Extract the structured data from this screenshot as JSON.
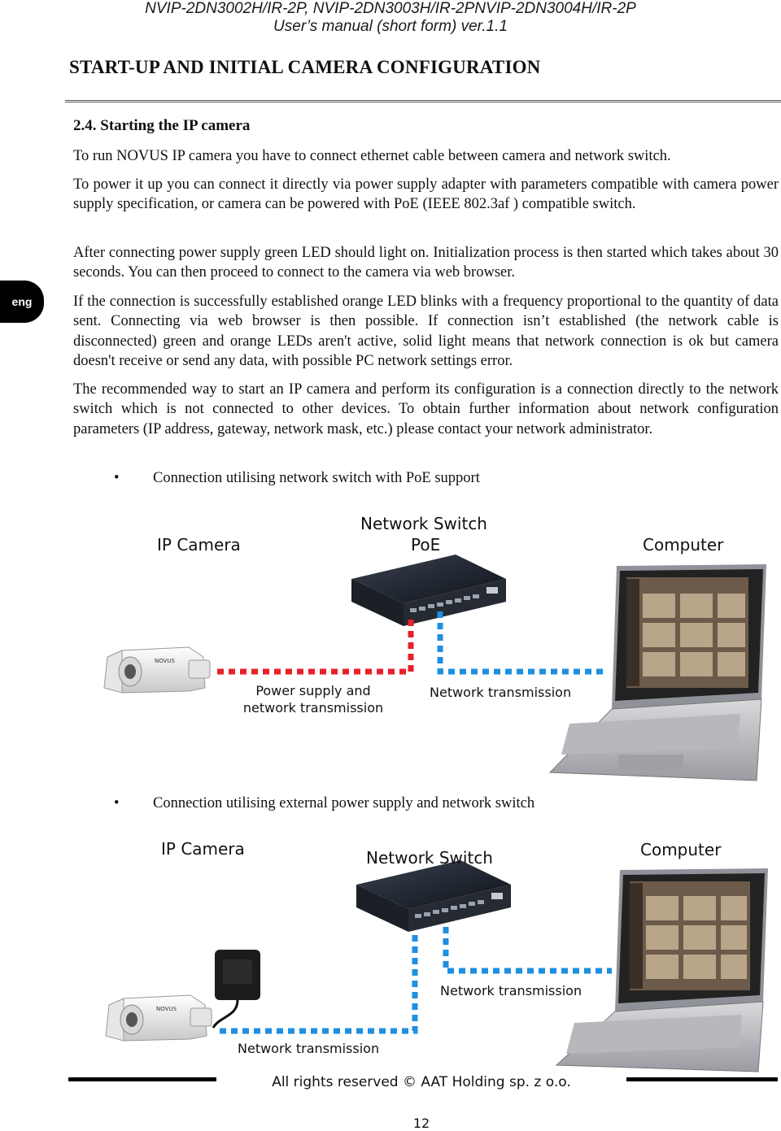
{
  "header": {
    "models": "NVIP-2DN3002H/IR-2P, NVIP-2DN3003H/IR-2PNVIP-2DN3004H/IR-2P",
    "manual": "User’s manual (short form) ver.1.1"
  },
  "section_title": "START-UP AND INITIAL CAMERA CONFIGURATION",
  "subsection_title": "2.4. Starting the IP camera",
  "side_tab": "eng",
  "paragraphs": [
    "To run NOVUS IP camera you have to connect ethernet cable between camera and network switch.",
    "To power it up you can connect it directly via power supply adapter with parameters compatible with camera power supply specification, or camera can be powered with PoE (IEEE 802.3af ) compatible switch.",
    "After connecting power supply green LED should light on. Initialization  process is then started which takes about 30 seconds. You can then proceed to connect to the camera via web browser.",
    "If the connection is successfully established orange LED  blinks with a frequency proportional to the quantity of data sent. Connecting via web browser is then possible. If connection isn’t established (the network cable is disconnected) green and orange LEDs aren't active, solid light means that network connection is ok but camera doesn't receive or send any data, with possible PC network settings error.",
    "The recommended way to start an IP camera and perform its configuration is a connection directly to the network switch which is not connected to other devices. To obtain further information about network configuration parameters (IP address, gateway, network mask, etc.) please  contact your network administrator."
  ],
  "bullets": [
    "Connection utilising network switch with PoE support",
    "Connection utilising external power supply and network switch"
  ],
  "diagram1": {
    "camera_label": "IP Camera",
    "switch_label_line1": "Network Switch",
    "switch_label_line2": "PoE",
    "computer_label": "Computer",
    "red_link_line1": "Power supply and",
    "red_link_line2": "network transmission",
    "blue_link": "Network transmission"
  },
  "diagram2": {
    "camera_label": "IP Camera",
    "switch_label": "Network Switch",
    "computer_label": "Computer",
    "blue_link_top": "Network transmission",
    "blue_link_bottom": "Network transmission"
  },
  "colors": {
    "power_line": "#e8202a",
    "network_line": "#1f8fe0"
  },
  "footer": {
    "copyright": "All rights reserved © AAT Holding sp. z o.o.",
    "page_number": "12"
  }
}
